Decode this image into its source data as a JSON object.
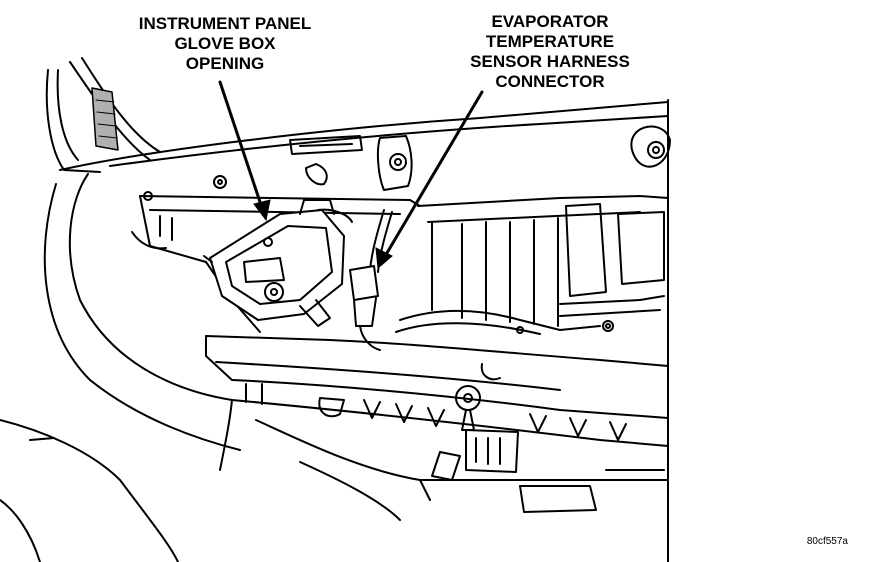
{
  "callouts": {
    "glovebox": {
      "lines": [
        "INSTRUMENT PANEL",
        "GLOVE BOX",
        "OPENING"
      ]
    },
    "sensor": {
      "lines": [
        "EVAPORATOR",
        "TEMPERATURE",
        "SENSOR HARNESS",
        "CONNECTOR"
      ]
    }
  },
  "figure_code": "80cf557a",
  "colors": {
    "ink": "#000000",
    "paper": "#ffffff",
    "shade": "#b0b0b0"
  }
}
